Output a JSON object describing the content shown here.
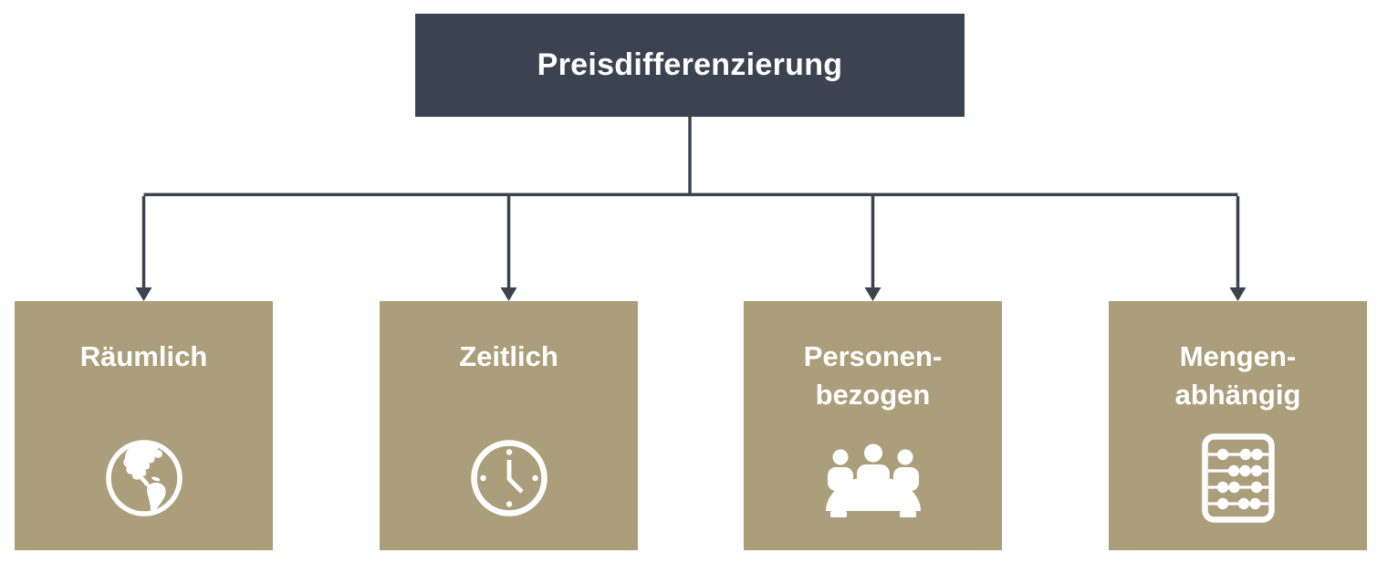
{
  "diagram": {
    "title": "Preisdifferenzierung",
    "nodes": [
      {
        "id": "raeumlich",
        "label_lines": [
          "Räumlich"
        ],
        "icon": "globe-icon"
      },
      {
        "id": "zeitlich",
        "label_lines": [
          "Zeitlich"
        ],
        "icon": "clock-icon"
      },
      {
        "id": "personenbezogen",
        "label_lines": [
          "Personen-",
          "bezogen"
        ],
        "icon": "people-icon"
      },
      {
        "id": "mengenabhaengig",
        "label_lines": [
          "Mengen-",
          "abhängig"
        ],
        "icon": "abacus-icon"
      }
    ],
    "colors": {
      "root_bg": "#3C4350",
      "node_bg": "#AB9E7B",
      "connector": "#3C4350",
      "text": "#FFFFFF",
      "canvas_bg": "#FFFFFF"
    }
  }
}
